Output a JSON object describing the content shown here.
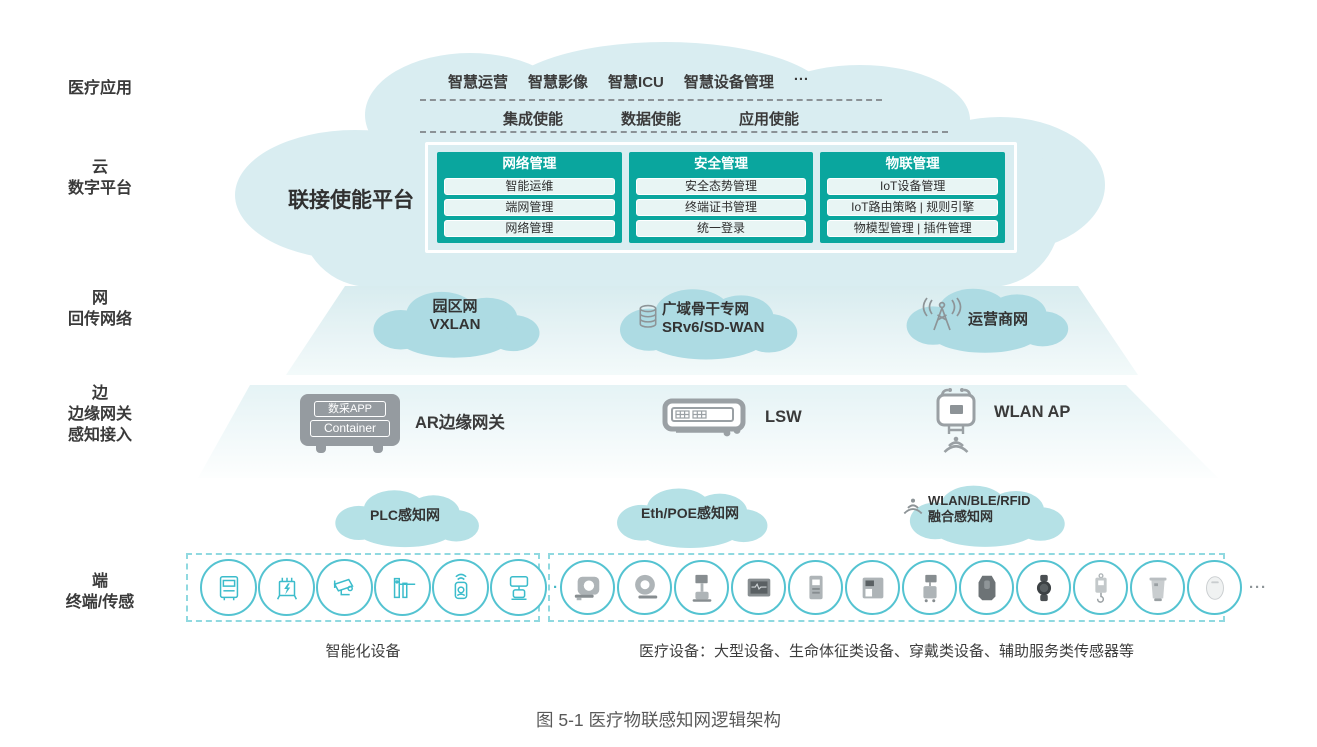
{
  "palette": {
    "panel_teal": "#0aa69e",
    "panel_row_bg": "#e8f5f4",
    "cloud_platform": "#d9edf1",
    "cloud_backhaul": "#addbe3",
    "cloud_sensing": "#b5e1e6",
    "device_circle_border": "#54c3d1",
    "icon_gray": "#9aa0a4",
    "dashed_box_border": "#90d9e0",
    "text_dark": "#3a3a3a"
  },
  "side_labels": [
    {
      "lines": [
        "医疗应用"
      ]
    },
    {
      "lines": [
        "云",
        "数字平台"
      ]
    },
    {
      "lines": [
        "网",
        "回传网络"
      ]
    },
    {
      "lines": [
        "边",
        "边缘网关",
        "感知接入"
      ]
    },
    {
      "lines": [
        "端",
        "终端/传感"
      ]
    }
  ],
  "applications": {
    "items": [
      "智慧运营",
      "智慧影像",
      "智慧ICU",
      "智慧设备管理",
      "···"
    ]
  },
  "enablement": {
    "items": [
      "集成使能",
      "数据使能",
      "应用使能"
    ]
  },
  "platform": {
    "label": "联接使能平台",
    "panels": [
      {
        "title": "网络管理",
        "rows": [
          "智能运维",
          "端网管理",
          "网络管理"
        ]
      },
      {
        "title": "安全管理",
        "rows": [
          "安全态势管理",
          "终端证书管理",
          "统一登录"
        ]
      },
      {
        "title": "物联管理",
        "rows": [
          "IoT设备管理",
          "IoT路由策略 | 规则引擎",
          "物模型管理 | 插件管理"
        ]
      }
    ]
  },
  "backhaul": {
    "clouds": [
      {
        "name": "园区网",
        "sub": "VXLAN"
      },
      {
        "name": "广域骨干专网",
        "sub": "SRv6/SD-WAN",
        "icon": "database-stack-icon"
      },
      {
        "name": "运营商网",
        "icon": "antenna-tower-icon"
      }
    ]
  },
  "edge": {
    "items": [
      {
        "label": "AR边缘网关",
        "icon": "ar-gateway-icon",
        "badges": [
          "数采APP",
          "Container"
        ]
      },
      {
        "label": "LSW",
        "icon": "lan-switch-icon"
      },
      {
        "label": "WLAN AP",
        "icon": "wlan-ap-icon"
      }
    ]
  },
  "sensing": {
    "clouds": [
      {
        "name": "PLC感知网"
      },
      {
        "name": "Eth/POE感知网"
      },
      {
        "name": "WLAN/BLE/RFID",
        "sub": "融合感知网",
        "icon": "wifi-icon"
      }
    ]
  },
  "terminals": {
    "smart": {
      "caption": "智能化设备",
      "ellipsis": "···",
      "device_icons": [
        "electric-meter-icon",
        "power-cabinet-icon",
        "cctv-camera-icon",
        "gate-barrier-icon",
        "rfid-reader-icon",
        "service-robot-icon"
      ]
    },
    "medical": {
      "caption": "医疗设备：大型设备、生命体征类设备、穿戴类设备、辅助服务类传感器等",
      "ellipsis": "···",
      "device_icons": [
        "mri-scanner-icon",
        "ct-scanner-icon",
        "ultrasound-machine-icon",
        "patient-monitor-icon",
        "infusion-pump-icon",
        "biochemical-analyzer-icon",
        "ventilator-icon",
        "holter-monitor-icon",
        "smart-wristband-icon",
        "hanging-scale-icon",
        "medical-waste-bin-icon",
        "motion-sensor-icon"
      ]
    }
  },
  "figure_caption": "图 5-1 医疗物联感知网逻辑架构"
}
